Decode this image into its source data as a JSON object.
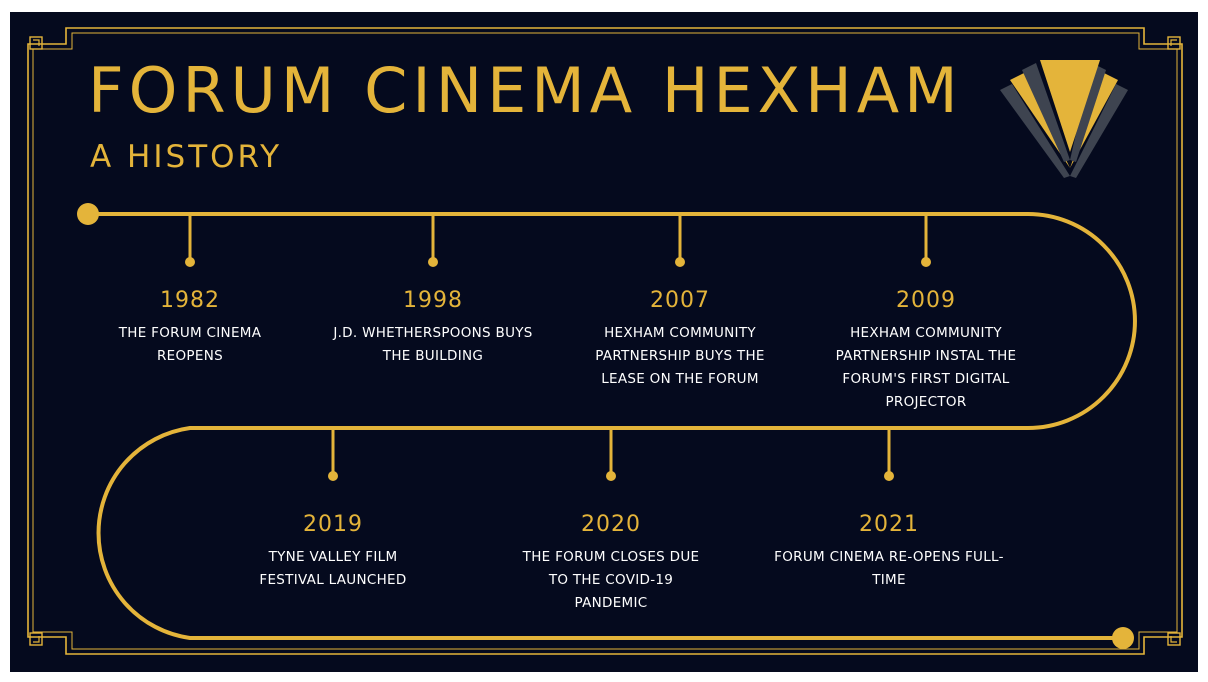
{
  "title": "FORUM CINEMA HEXHAM",
  "subtitle": "A HISTORY",
  "colors": {
    "background": "#050a1e",
    "accent": "#e4b43a",
    "logo_dark": "#3e4450",
    "text": "#ffffff"
  },
  "events": [
    {
      "year": "1982",
      "desc": "THE FORUM CINEMA REOPENS"
    },
    {
      "year": "1998",
      "desc": "J.D. WHETHERSPOONS BUYS THE BUILDING"
    },
    {
      "year": "2007",
      "desc": "HEXHAM COMMUNITY PARTNERSHIP BUYS THE LEASE ON THE FORUM"
    },
    {
      "year": "2009",
      "desc": "HEXHAM COMMUNITY PARTNERSHIP INSTAL THE FORUM'S FIRST DIGITAL PROJECTOR"
    },
    {
      "year": "2019",
      "desc": "TYNE VALLEY FILM FESTIVAL LAUNCHED"
    },
    {
      "year": "2020",
      "desc": "THE FORUM CLOSES DUE TO THE COVID-19 PANDEMIC"
    },
    {
      "year": "2021",
      "desc": "FORUM CINEMA RE-OPENS FULL-TIME"
    }
  ]
}
